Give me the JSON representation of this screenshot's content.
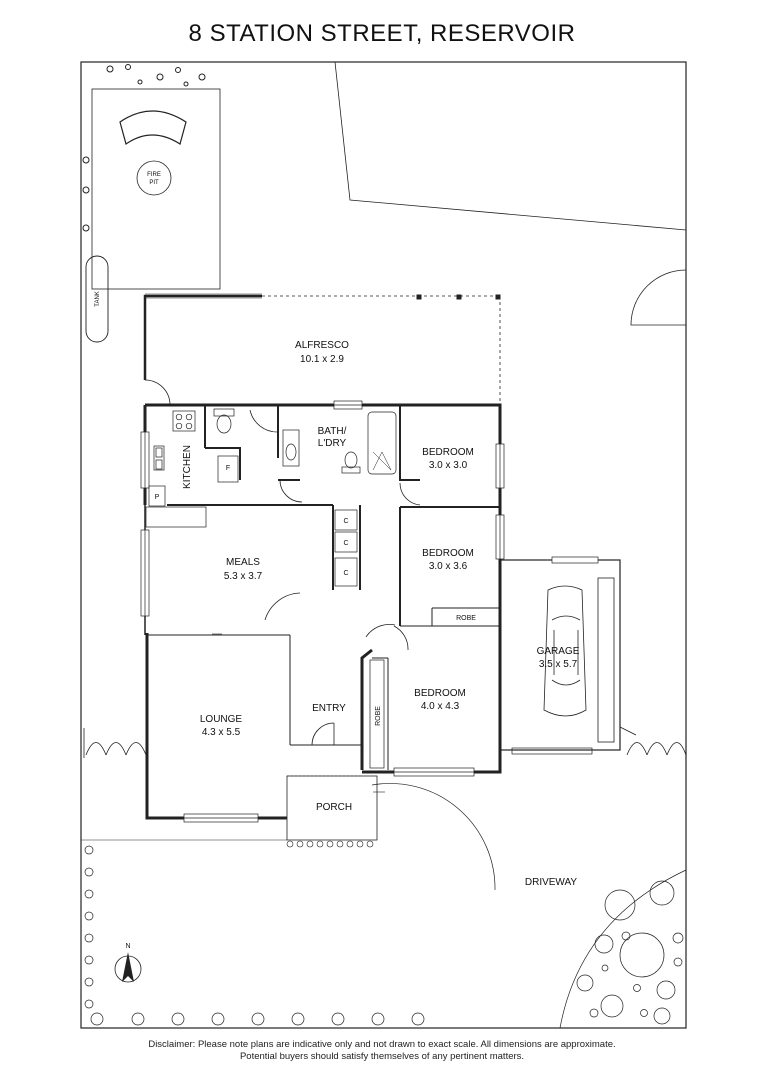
{
  "title": "8 STATION STREET, RESERVOIR",
  "rooms": {
    "alfresco": {
      "name": "ALFRESCO",
      "dims": "10.1 x 2.9"
    },
    "bath": {
      "name_line1": "BATH/",
      "name_line2": "L'DRY"
    },
    "bedroom1": {
      "name": "BEDROOM",
      "dims": "3.0 x 3.0"
    },
    "bedroom2": {
      "name": "BEDROOM",
      "dims": "3.0 x 3.6"
    },
    "bedroom3": {
      "name": "BEDROOM",
      "dims": "4.0 x 4.3"
    },
    "kitchen": {
      "name": "KITCHEN"
    },
    "meals": {
      "name": "MEALS",
      "dims": "5.3 x 3.7"
    },
    "lounge": {
      "name": "LOUNGE",
      "dims": "4.3 x 5.5"
    },
    "entry": {
      "name": "ENTRY"
    },
    "porch": {
      "name": "PORCH"
    },
    "garage": {
      "name": "GARAGE",
      "dims": "3.5 x 5.7"
    },
    "driveway": {
      "name": "DRIVEWAY"
    }
  },
  "fixtures": {
    "fire_pit_line1": "FIRE",
    "fire_pit_line2": "PIT",
    "tank": "TANK",
    "fridge": "F",
    "pantry": "P",
    "cupboard": "C",
    "robe": "ROBE",
    "north": "N"
  },
  "disclaimer": {
    "line1": "Disclaimer: Please note plans are indicative only and not drawn to exact scale. All dimensions are approximate.",
    "line2": "Potential buyers should satisfy themselves of any pertinent matters."
  }
}
